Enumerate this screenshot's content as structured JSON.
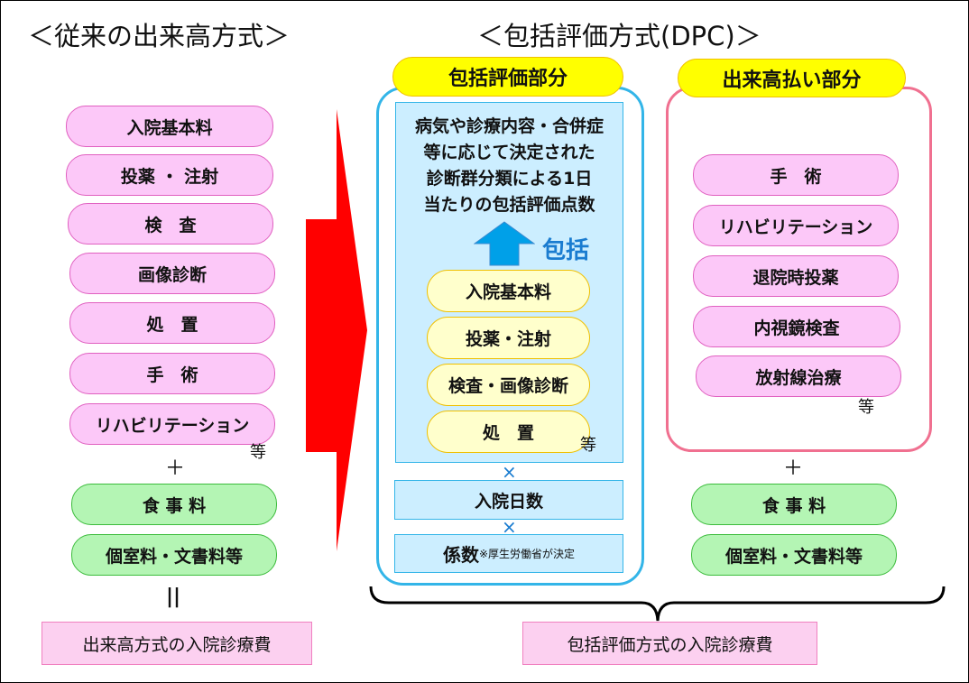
{
  "left": {
    "title": "＜従来の出来高方式＞",
    "items": [
      "入院基本料",
      "投薬 ・ 注射",
      "検　査",
      "画像診断",
      "処　置",
      "手　術",
      "リハビリテーション"
    ],
    "etc": "等",
    "plus": "＋",
    "extra": [
      "食 事 料",
      "個室料・文書料等"
    ],
    "equals": "||",
    "result": "出来高方式の入院診療費"
  },
  "right": {
    "title": "＜包括評価方式(DPC)＞",
    "bundled": {
      "header": "包括評価部分",
      "description": [
        "病気や診療内容・合併症",
        "等に応じて決定された",
        "診断群分類による1日",
        "当たりの包括評価点数"
      ],
      "arrow_label": "包括",
      "items": [
        "入院基本料",
        "投薬・注射",
        "検査・画像診断",
        "処　置"
      ],
      "etc": "等",
      "times": "×",
      "days": "入院日数",
      "coef": "係数",
      "coef_note": "※厚生労働省が決定"
    },
    "fee": {
      "header": "出来高払い部分",
      "items": [
        "手　術",
        "リハビリテーション",
        "退院時投薬",
        "内視鏡検査",
        "放射線治療"
      ],
      "etc": "等"
    },
    "plus": "＋",
    "extra": [
      "食 事 料",
      "個室料・文書料等"
    ],
    "result": "包括評価方式の入院診療費"
  },
  "colors": {
    "arrow": "#ff0000",
    "blue": "#33b5e8",
    "pink_frame": "#f07090"
  }
}
